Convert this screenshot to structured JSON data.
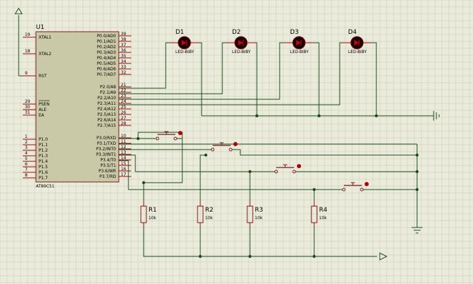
{
  "theme": {
    "background": "#ebebdc",
    "grid": "#c8c8b6",
    "wire": "#1a4d1a",
    "component": "#7a1a1a",
    "chip_fill": "#c9c9a8",
    "pin_red": "#aa0000",
    "junction": "#1a4d1a",
    "led_fill": "#cc0000"
  },
  "chip": {
    "ref": "U1",
    "part": "AT89C51",
    "left_pins": [
      {
        "num": "19",
        "name": "XTAL1"
      },
      {
        "num": "18",
        "name": "XTAL2"
      },
      {
        "num": "9",
        "name": "RST"
      },
      {
        "num": "29",
        "name": "PSEN"
      },
      {
        "num": "30",
        "name": "ALE"
      },
      {
        "num": "31",
        "name": "EA"
      },
      {
        "num": "1",
        "name": "P1.0"
      },
      {
        "num": "2",
        "name": "P1.1"
      },
      {
        "num": "3",
        "name": "P1.2"
      },
      {
        "num": "4",
        "name": "P1.3"
      },
      {
        "num": "5",
        "name": "P1.4"
      },
      {
        "num": "6",
        "name": "P1.5"
      },
      {
        "num": "7",
        "name": "P1.6"
      },
      {
        "num": "8",
        "name": "P1.7"
      }
    ],
    "right_pins": [
      {
        "num": "39",
        "name": "P0.0/AD0"
      },
      {
        "num": "38",
        "name": "P0.1/AD1"
      },
      {
        "num": "37",
        "name": "P0.2/AD2"
      },
      {
        "num": "36",
        "name": "P0.3/AD3"
      },
      {
        "num": "35",
        "name": "P0.4/AD4"
      },
      {
        "num": "34",
        "name": "P0.5/AD5"
      },
      {
        "num": "33",
        "name": "P0.6/AD6"
      },
      {
        "num": "32",
        "name": "P0.7/AD7"
      },
      {
        "num": "21",
        "name": "P2.0/A8"
      },
      {
        "num": "22",
        "name": "P2.1/A9"
      },
      {
        "num": "23",
        "name": "P2.2/A10"
      },
      {
        "num": "24",
        "name": "P2.3/A11"
      },
      {
        "num": "25",
        "name": "P2.4/A12"
      },
      {
        "num": "26",
        "name": "P2.5/A13"
      },
      {
        "num": "27",
        "name": "P2.6/A14"
      },
      {
        "num": "28",
        "name": "P2.7/A15"
      },
      {
        "num": "10",
        "name": "P3.0/RXD"
      },
      {
        "num": "11",
        "name": "P3.1/TXD"
      },
      {
        "num": "12",
        "name": "P3.2/INT0"
      },
      {
        "num": "13",
        "name": "P3.3/INT1"
      },
      {
        "num": "14",
        "name": "P3.4/T0"
      },
      {
        "num": "15",
        "name": "P3.5/T1"
      },
      {
        "num": "16",
        "name": "P3.6/WR"
      },
      {
        "num": "17",
        "name": "P3.7/RD"
      }
    ]
  },
  "leds": [
    {
      "ref": "D1",
      "part": "LED-BIBY"
    },
    {
      "ref": "D2",
      "part": "LED-BIBY"
    },
    {
      "ref": "D3",
      "part": "LED-BIBY"
    },
    {
      "ref": "D4",
      "part": "LED-BIBY"
    }
  ],
  "resistors": [
    {
      "ref": "R1",
      "value": "10k"
    },
    {
      "ref": "R2",
      "value": "10k"
    },
    {
      "ref": "R3",
      "value": "10k"
    },
    {
      "ref": "R4",
      "value": "10k"
    }
  ],
  "buttons": [
    "button-1",
    "button-2",
    "button-3",
    "button-4"
  ]
}
